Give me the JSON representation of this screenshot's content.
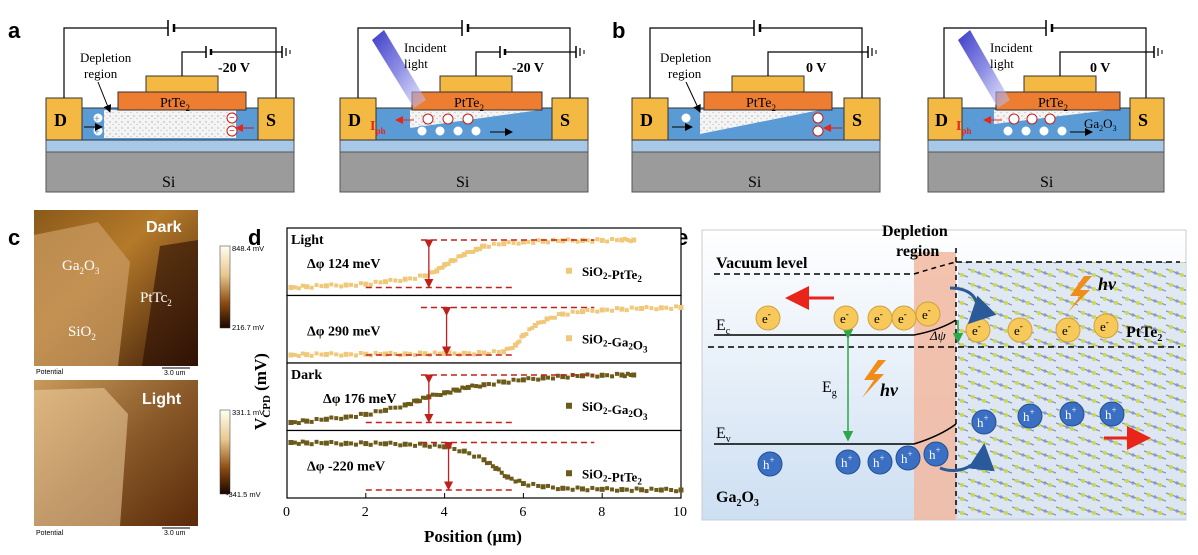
{
  "panel_labels": {
    "a": "a",
    "b": "b",
    "c": "c",
    "d": "d",
    "e": "e"
  },
  "colors": {
    "si": "#9b9b9b",
    "sio2": "#a8c8e8",
    "channel": "#5b9bd5",
    "ptte2": "#ed7d31",
    "electrode": "#f4b942",
    "trace": "#8b1a1a",
    "light_series": "#f0c879",
    "dark_series": "#6b5a1a",
    "band_arrow": "#e8241b",
    "depletion_band": "#f2b8a0"
  },
  "panel_a": {
    "d1": {
      "drain": "D",
      "source": "S",
      "flake": "PtTe",
      "flake_sub": "2",
      "voltage": "-20 V",
      "depletion_label_1": "Depletion",
      "depletion_label_2": "region",
      "substrate": "Si"
    },
    "d2": {
      "drain": "D",
      "source": "S",
      "flake": "PtTe",
      "flake_sub": "2",
      "voltage": "-20 V",
      "incident_1": "Incident",
      "incident_2": "light",
      "iph": "I",
      "iph_sub": "ph",
      "substrate": "Si"
    }
  },
  "panel_b": {
    "d1": {
      "drain": "D",
      "source": "S",
      "flake": "PtTe",
      "flake_sub": "2",
      "voltage": "0 V",
      "depletion_label_1": "Depletion",
      "depletion_label_2": "region",
      "substrate": "Si"
    },
    "d2": {
      "drain": "D",
      "source": "S",
      "flake": "PtTe",
      "flake_sub": "2",
      "voltage": "0 V",
      "incident_1": "Incident",
      "incident_2": "light",
      "iph": "I",
      "iph_sub": "ph",
      "ga2o3": "Ga",
      "ga2o3_a": "2",
      "ga2o3_b": "O",
      "ga2o3_c": "3",
      "substrate": "Si"
    }
  },
  "panel_c": {
    "top": {
      "state": "Dark",
      "ga": "Ga",
      "ga_sub1": "2",
      "ga_o": "O",
      "ga_sub2": "3",
      "ptte": "PtTc",
      "ptte_sub": "2",
      "sio": "SiO",
      "sio_sub": "2",
      "footer": "Potential",
      "scale": "3.0 um",
      "cbar_max": "848.4 mV",
      "cbar_min": "216.7 mV"
    },
    "bottom": {
      "state": "Light",
      "footer": "Potential",
      "scale": "3.0 um",
      "cbar_max": "331.1 mV",
      "cbar_min": "-341.5 mV"
    }
  },
  "panel_e": {
    "depletion_1": "Depletion",
    "depletion_2": "region",
    "vacuum": "Vacuum level",
    "ec": "E",
    "ec_sub": "c",
    "ev": "E",
    "ev_sub": "v",
    "eg": "E",
    "eg_sub": "g",
    "hv": "hv",
    "dpsi": "Δψ",
    "electron": "e",
    "electron_sup": "-",
    "hole": "h",
    "hole_sup": "+",
    "ptte": "PtTe",
    "ptte_sub": "2",
    "ga": "Ga",
    "ga_sub1": "2",
    "ga_o": "O",
    "ga_sub2": "3"
  },
  "chart_data": {
    "type": "scatter",
    "xlabel": "Position (μm)",
    "ylabel": "V_CPD (mV)",
    "xlim": [
      0,
      10
    ],
    "xticks": [
      "0",
      "2",
      "4",
      "6",
      "8",
      "10"
    ],
    "subpanels": [
      {
        "state": "Light",
        "legend": "SiO2-PtTe2",
        "delta_label": "Δφ  124 meV",
        "color": "#f0c879",
        "x": [
          0.1,
          0.5,
          1,
          1.5,
          2,
          2.5,
          3,
          3.5,
          3.8,
          4,
          4.2,
          4.5,
          4.8,
          5,
          5.5,
          6,
          6.5,
          7,
          7.5,
          8,
          8.5,
          8.8
        ],
        "y": [
          0,
          2,
          4,
          6,
          8,
          14,
          20,
          28,
          40,
          55,
          65,
          80,
          92,
          100,
          106,
          110,
          112,
          113,
          114,
          114,
          115,
          115
        ]
      },
      {
        "state": "",
        "legend": "SiO2-Ga2O3",
        "delta_label": "Δφ  290 meV",
        "color": "#f0c879",
        "x": [
          0.1,
          0.5,
          1,
          1.5,
          2,
          2.5,
          3,
          3.5,
          4,
          4.5,
          5,
          5.5,
          5.8,
          6,
          6.3,
          6.6,
          7,
          7.5,
          8,
          8.5,
          9,
          9.5,
          10
        ],
        "y": [
          0,
          2,
          3,
          4,
          5,
          6,
          7,
          8,
          9,
          10,
          12,
          20,
          60,
          120,
          180,
          220,
          250,
          265,
          275,
          280,
          284,
          288,
          290
        ]
      },
      {
        "state": "Dark",
        "legend": "SiO2-Ga2O3",
        "delta_label": "Δφ  176 meV",
        "color": "#6b5a1a",
        "x": [
          0.1,
          0.5,
          1,
          1.5,
          2,
          2.5,
          3,
          3.3,
          3.6,
          4,
          4.3,
          4.6,
          5,
          5.5,
          6,
          6.5,
          7,
          7.5,
          8,
          8.5,
          8.8
        ],
        "y": [
          0,
          5,
          12,
          20,
          30,
          45,
          65,
          80,
          95,
          110,
          120,
          130,
          140,
          150,
          158,
          165,
          170,
          173,
          175,
          176,
          176
        ]
      },
      {
        "state": "",
        "legend": "SiO2-PtTe2",
        "delta_label": "Δφ  -220 meV",
        "color": "#6b5a1a",
        "x": [
          0.1,
          0.5,
          1,
          1.5,
          2,
          2.5,
          3,
          3.5,
          4,
          4.5,
          5,
          5.3,
          5.6,
          6,
          6.5,
          7,
          7.5,
          8,
          8.5,
          9,
          9.5,
          10
        ],
        "y": [
          0,
          -2,
          -3,
          -4,
          -5,
          -6,
          -8,
          -12,
          -20,
          -40,
          -80,
          -120,
          -160,
          -190,
          -205,
          -212,
          -215,
          -217,
          -218,
          -219,
          -220,
          -220
        ]
      }
    ]
  }
}
